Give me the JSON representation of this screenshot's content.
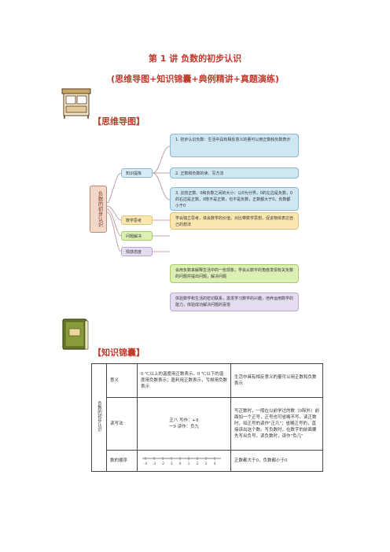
{
  "doc": {
    "title": "第 1 讲  负数的初步认识",
    "subtitle": "(思维导图+知识锦囊+典例精讲+真题演练)"
  },
  "sections": {
    "mindmap": "【思维导图】",
    "knowledge": "【知识锦囊】"
  },
  "mindmap": {
    "root": "负数的初步认识",
    "branches": [
      {
        "label": "知识提炼",
        "items": [
          "1. 初步认识负数：生活中具有相反意义的量可以用正数和负数表示",
          "2. 正数和负数的读、写方法",
          "3. 比较正数、0和负数之间的大小：以0为分界，0的左边是负数，0的右边是正数，0既不是正数，也不是负数，正数都大于0，负数都小于0"
        ]
      },
      {
        "label": "数学思考",
        "items": [
          "学会独立思考，体会数学的价值，对比带数学思想，促进物体表达自己的想法"
        ]
      },
      {
        "label": "问题解决",
        "items": [
          "会用负数来解释生活中的一些现象，学会从数字的角度发现有关负数的问题并提出问题，解决问题"
        ]
      },
      {
        "label": "情感态度",
        "items": [
          "体验数学和生活的密切联系，激发学习数学的兴趣，培养运用数学的能力，体验成功解决问题的喜悦"
        ]
      }
    ]
  },
  "table": {
    "group": "负数的初步认识",
    "rows": [
      {
        "label": "意义",
        "mid": "0 ℃以上的温度用正数表示，0 ℃以下的温度用负数表示；盈利用正数表示，亏损用负数表示",
        "right": "生活中具有相反意义的量可以用正数和负数表示"
      },
      {
        "label": "读写法",
        "mid_lines": [
          "正八    写作：+8",
          "一9     读作：负九"
        ],
        "right": "写正数时，一般在以前学过的数（0除外）前面加一个正号，正号也可省略不写。读正数时，如正号的读作\"正几\"；省略正号的，直接读出这个数。写负数时，在数字的前面要先写出负号。读负数时，读作\"负几\""
      },
      {
        "label": "数的顺序",
        "number_line": [
          "-4",
          "-3",
          "-2",
          "-1",
          "0",
          "1",
          "2",
          "3",
          "4"
        ],
        "right": "正数都大于0，负数都小于0"
      }
    ]
  },
  "colors": {
    "accent": "#c0392b",
    "blue": "#cfe6f3",
    "yellow": "#fbe7b0",
    "green": "#dcefb4",
    "purple": "#e5dcef"
  }
}
